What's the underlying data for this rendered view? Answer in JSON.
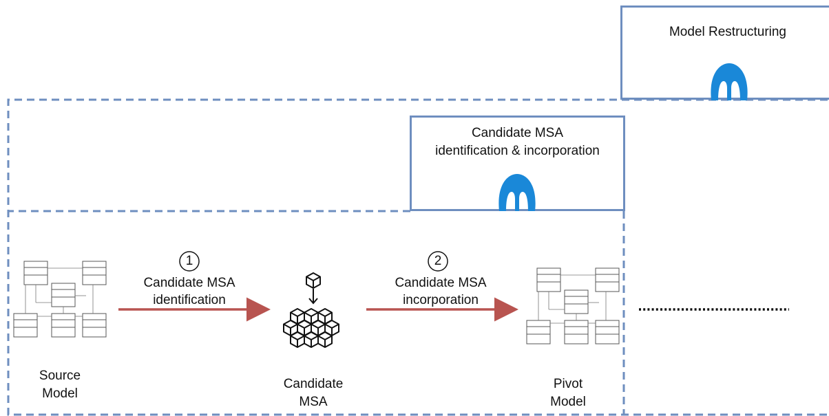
{
  "model_restructuring": {
    "title": "Model Restructuring",
    "icon": "mendeley-logo-icon"
  },
  "msa_stage": {
    "title_line1": "Candidate MSA",
    "title_line2": "identification & incorporation",
    "icon": "mendeley-logo-icon"
  },
  "steps": [
    {
      "number": "1",
      "line1": "Candidate MSA",
      "line2": "identification"
    },
    {
      "number": "2",
      "line1": "Candidate MSA",
      "line2": "incorporation"
    }
  ],
  "nodes": {
    "source": {
      "line1": "Source",
      "line2": "Model",
      "icon": "uml-class-diagram-icon"
    },
    "candidate": {
      "line1": "Candidate",
      "line2": "MSA",
      "icon": "microservices-cubes-icon"
    },
    "pivot": {
      "line1": "Pivot",
      "line2": "Model",
      "icon": "uml-class-diagram-icon"
    }
  },
  "colors": {
    "box_border": "#6e8ebf",
    "arrow": "#b85450",
    "logo": "#1a88d8"
  }
}
